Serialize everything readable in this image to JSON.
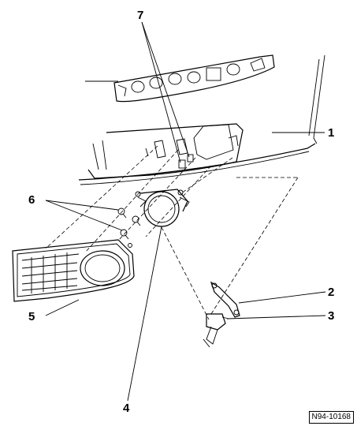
{
  "callouts": {
    "c1": "1",
    "c2": "2",
    "c3": "3",
    "c4": "4",
    "c5": "5",
    "c6": "6",
    "c7": "7"
  },
  "reference_code": "N94-10168",
  "parts": [
    {
      "number": "1",
      "icon": "bumper-cover-icon"
    },
    {
      "number": "2",
      "icon": "bracket-icon"
    },
    {
      "number": "3",
      "icon": "bulb-icon"
    },
    {
      "number": "4",
      "icon": "fog-light-housing-icon"
    },
    {
      "number": "5",
      "icon": "grille-trim-icon"
    },
    {
      "number": "6",
      "icon": "screw-icon"
    },
    {
      "number": "7",
      "icon": "mounting-clip-icon"
    }
  ]
}
